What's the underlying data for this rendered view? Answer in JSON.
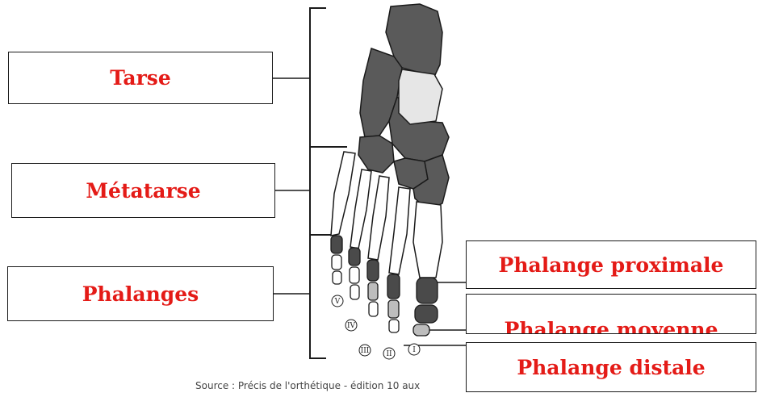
{
  "labels": {
    "tarse": "Tarse",
    "metatarse": "Métatarse",
    "phalanges": "Phalanges",
    "phalange_proximale": "Phalange proximale",
    "phalange_moyenne": "Phalange moyenne",
    "phalange_distale": "Phalange distale"
  },
  "toe_numerals": [
    "V",
    "IV",
    "III",
    "II",
    "I"
  ],
  "source_caption": "Source : Précis de l'orthétique - édition 10 aux",
  "colors": {
    "label_text": "#e41b17",
    "tarsal_bone": "#5a5a5a",
    "bone_outline": "#1a1a1a",
    "talus_highlight": "#e6e6e6"
  }
}
